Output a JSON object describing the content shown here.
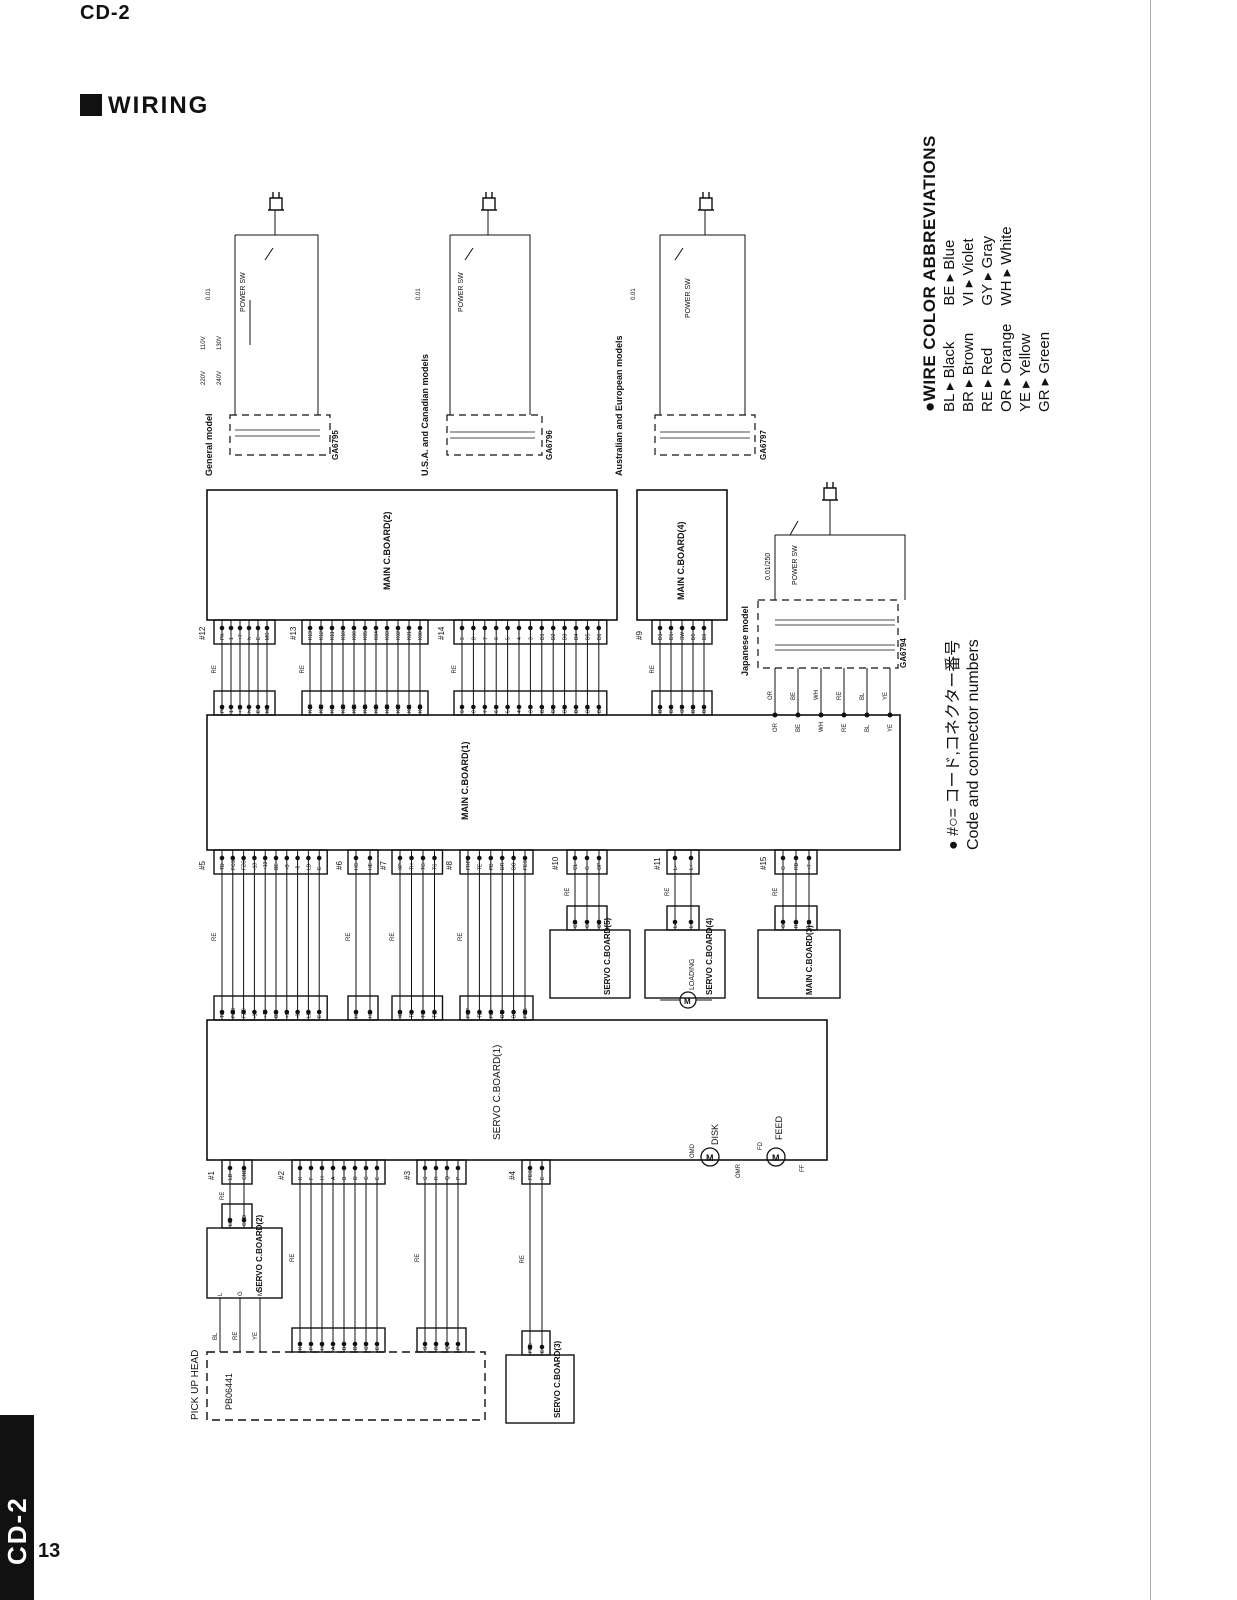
{
  "header": {
    "model": "CD-2",
    "section_title": "WIRING"
  },
  "footer": {
    "side_tab": "CD-2",
    "page_number": "13"
  },
  "legend": {
    "title": "●WIRE COLOR ABBREVIATIONS",
    "left": [
      "BL ▸ Black",
      "BR ▸ Brown",
      "RE ▸ Red",
      "OR ▸ Orange",
      "YE ▸ Yellow",
      "GR ▸ Green"
    ],
    "right": [
      "BE ▸ Blue",
      "VI ▸ Violet",
      "GY ▸ Gray",
      "WH ▸ White"
    ]
  },
  "code_note": {
    "japanese": "● #○= コード,コネクター番号",
    "english": "Code and connector numbers"
  },
  "power_sections": {
    "general": {
      "label": "General model",
      "part": "GA6795",
      "switch": "POWER SW",
      "cap": "0.01",
      "v1": "220V",
      "v2": "240V",
      "v3": "110V",
      "v4": "130V"
    },
    "usa": {
      "label": "U.S.A. and Canadian models",
      "part": "GA6796",
      "switch": "POWER SW",
      "cap": "0.01"
    },
    "aus": {
      "label": "Australian and European models",
      "part": "GA6797",
      "switch": "POWER SW",
      "cap": "0.01"
    },
    "japan": {
      "label": "Japanese model",
      "part": "GA6794",
      "switch": "POWER SW",
      "cap": "0.01/250"
    }
  },
  "boards": {
    "main2": "MAIN C.BOARD(2)",
    "main4": "MAIN C.BOARD(4)",
    "main1": "MAIN C.BOARD(1)",
    "servo1": "SERVO C.BOARD(1)",
    "servo2": "SERVO C.BOARD(2)",
    "servo3": "SERVO C.BOARD(3)",
    "servo4": "SERVO C.BOARD(4)",
    "servo5": "SERVO C.BOARD(5)",
    "main3": "MAIN C.BOARD(3)",
    "pickup": "PICK UP HEAD",
    "pickup_part": "PB06441"
  },
  "connectors": {
    "c12": {
      "id": "#12",
      "pins": [
        "PK",
        "1",
        "+7",
        "h",
        "E",
        "MS"
      ]
    },
    "c13": {
      "id": "#13",
      "pins": [
        "K13",
        "K12",
        "K11",
        "K10",
        "K06",
        "K05",
        "K04",
        "K03",
        "K02",
        "K01",
        "K00"
      ]
    },
    "c14": {
      "id": "#14",
      "pins": [
        "9",
        "8",
        "7",
        "6",
        "5",
        "4",
        "3",
        "D1",
        "D2",
        "D3",
        "D4",
        "D5",
        "D6"
      ]
    },
    "c9": {
      "id": "#9",
      "pins": [
        "D1-",
        "D1+",
        "SW",
        "D5",
        "D6"
      ]
    },
    "c5": {
      "id": "#5",
      "pins": [
        "TD",
        "FCS",
        "FZC",
        "-13",
        "+13",
        "BE",
        "+9",
        "-9",
        "LB",
        "E"
      ]
    },
    "c6": {
      "id": "#6",
      "pins": [
        "HS",
        "HE"
      ]
    },
    "c7": {
      "id": "#7",
      "pins": [
        "XP",
        "TH",
        "TG",
        "TS"
      ]
    },
    "c8": {
      "id": "#8",
      "pins": [
        "FRP",
        "TE",
        "FD",
        "DR",
        "DO",
        "FES"
      ]
    },
    "c10": {
      "id": "#10",
      "pins": [
        "CL",
        "G",
        "OP"
      ]
    },
    "c11": {
      "id": "#11",
      "pins": [
        "L-",
        "L+"
      ]
    },
    "c15": {
      "id": "#15",
      "pins": [
        "G",
        "RD",
        "+7"
      ]
    },
    "c1": {
      "id": "#1",
      "pins": [
        "LB",
        "GND"
      ]
    },
    "c2": {
      "id": "#2",
      "pins": [
        "K",
        "F",
        "H",
        "A",
        "B",
        "D",
        "C",
        "E"
      ]
    },
    "c3": {
      "id": "#3",
      "pins": [
        "S",
        "R",
        "Q",
        "P"
      ]
    },
    "c4": {
      "id": "#4",
      "pins": [
        "FES",
        "E"
      ]
    }
  },
  "jp_power_wires": [
    "OR",
    "BE",
    "WH",
    "RE",
    "BL",
    "YE"
  ],
  "pickup_wires": [
    "BL",
    "RE",
    "YE"
  ],
  "servo2_pins": [
    "L",
    "G",
    "M"
  ],
  "motors": {
    "disk": "DISK",
    "feed": "FEED",
    "loading": "LOADING",
    "disk_pins": [
      "OMD",
      "OMR"
    ],
    "feed_pins": [
      "FD",
      "FF"
    ]
  },
  "wire_color": "RE",
  "colors": {
    "ink": "#111111"
  }
}
